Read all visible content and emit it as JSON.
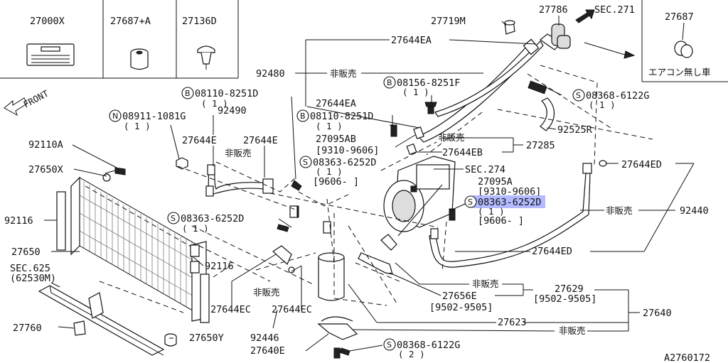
{
  "inset": {
    "labels": [
      "27000X",
      "27687+A",
      "27136D"
    ],
    "right_part": "27687",
    "right_note": "エアコン無し車",
    "front": "FRONT"
  },
  "labels": {
    "p27719M": "27719M",
    "p27786": "27786",
    "sec271": "SEC.271",
    "p27644EA_top": "27644EA",
    "p92480": "92480",
    "hibaibai": "非販売",
    "b1_code": "08110-8251D",
    "b1_qty": "( 1 )",
    "b2_code": "08156-8251F",
    "b2_qty": "( 1 )",
    "s1_code": "08368-6122G",
    "s1_qty": "( 1 )",
    "n1_code": "08911-1081G",
    "n1_qty": "( 1 )",
    "p92490": "92490",
    "p27644EA_mid": "27644EA",
    "b3_code": "08110-8251D",
    "b3_qty": "( 1 )",
    "p27644E_a": "27644E",
    "p27644E_b": "27644E",
    "p92525R": "92525R",
    "p92110A": "92110A",
    "p27650X": "27650X",
    "p27095AB": "27095AB",
    "r9310_9606": "[9310-9606]",
    "p27285": "27285",
    "p27644EB": "27644EB",
    "s2_code": "08363-6252D",
    "s2_qty": "( 1 )",
    "r9606": "[9606-   ]",
    "sec274": "SEC.274",
    "p27644ED_top": "27644ED",
    "p27095A": "27095A",
    "r9310_9606b": "[9310-9606]",
    "s3_code": "08363-6252D",
    "s3_qty": "( 1 )",
    "r9606b": "[9606-   ]",
    "p92116_a": "92116",
    "p92440": "92440",
    "s4_code": "08363-6252D",
    "s4_qty": "( 1 )",
    "p27650": "27650",
    "p27644ED_bot": "27644ED",
    "sec625": "SEC.625",
    "p62530M": "(62530M)",
    "p92116_b": "92116",
    "p27629": "27629",
    "r9502_9505a": "[9502-9505]",
    "p27656E": "27656E",
    "r9502_9505b": "[9502-9505]",
    "p27644EC_a": "27644EC",
    "p27644EC_b": "27644EC",
    "p27640": "27640",
    "p27760": "27760",
    "p27623": "27623",
    "p27650Y": "27650Y",
    "p92446": "92446",
    "p27640E": "27640E",
    "s5_code": "08368-6122G",
    "s5_qty": "( 2 )",
    "drawing_no": "A2760172"
  },
  "markers": {
    "b": "B",
    "s": "S",
    "n": "N"
  },
  "highlight": {
    "color": "#9aa3ff",
    "target": "08363-6252D"
  }
}
